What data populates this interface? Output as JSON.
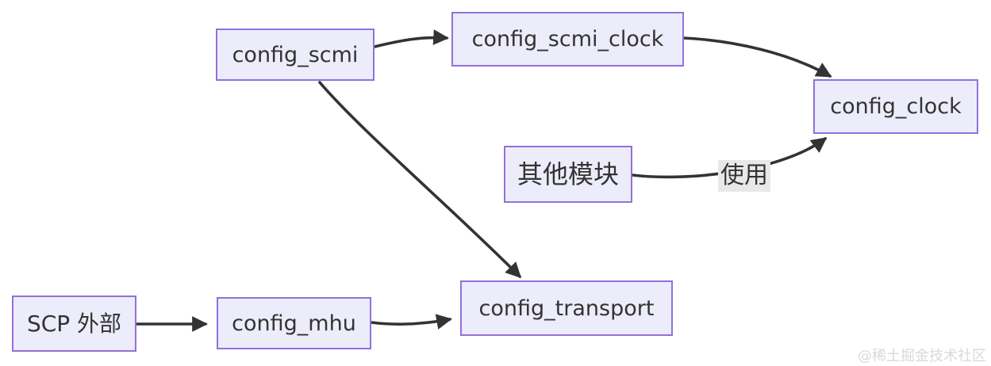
{
  "diagram": {
    "type": "flowchart",
    "nodes": [
      {
        "id": "config_scmi",
        "label": "config_scmi"
      },
      {
        "id": "config_scmi_clock",
        "label": "config_scmi_clock"
      },
      {
        "id": "config_clock",
        "label": "config_clock"
      },
      {
        "id": "other_modules",
        "label": "其他模块"
      },
      {
        "id": "config_transport",
        "label": "config_transport"
      },
      {
        "id": "scp_external",
        "label": "SCP 外部"
      },
      {
        "id": "config_mhu",
        "label": "config_mhu"
      }
    ],
    "edges": [
      {
        "from": "config_scmi",
        "to": "config_scmi_clock",
        "label": ""
      },
      {
        "from": "config_scmi_clock",
        "to": "config_clock",
        "label": ""
      },
      {
        "from": "config_scmi",
        "to": "config_transport",
        "label": ""
      },
      {
        "from": "other_modules",
        "to": "config_clock",
        "label": "使用"
      },
      {
        "from": "scp_external",
        "to": "config_mhu",
        "label": ""
      },
      {
        "from": "config_mhu",
        "to": "config_transport",
        "label": ""
      }
    ],
    "colors": {
      "node_fill": "#ececfb",
      "node_border": "#9370db",
      "node_text": "#333333",
      "edge_stroke": "#333333",
      "edge_label_bg": "#e8e8e8",
      "background": "#ffffff",
      "watermark_text": "#d9d9d9"
    }
  },
  "watermark": {
    "text": "@稀土掘金技术社区"
  }
}
